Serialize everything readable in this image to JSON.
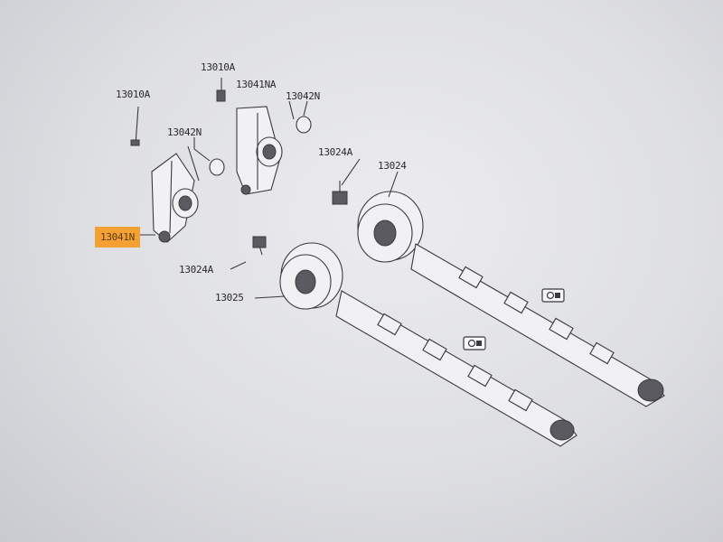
{
  "parts": {
    "p_13010a_left": "13010A",
    "p_13010a_right": "13010A",
    "p_13041na": "13041NA",
    "p_13042n_right": "13042N",
    "p_13042n_left": "13042N",
    "p_13024a_top": "13024A",
    "p_13024": "13024",
    "p_13041n": "13041N",
    "p_13024a_bottom": "13024A",
    "p_13025": "13025"
  },
  "highlight_color": "#f5a032",
  "icons": [
    "camshaft-symbol-icon-upper",
    "camshaft-symbol-icon-lower"
  ]
}
